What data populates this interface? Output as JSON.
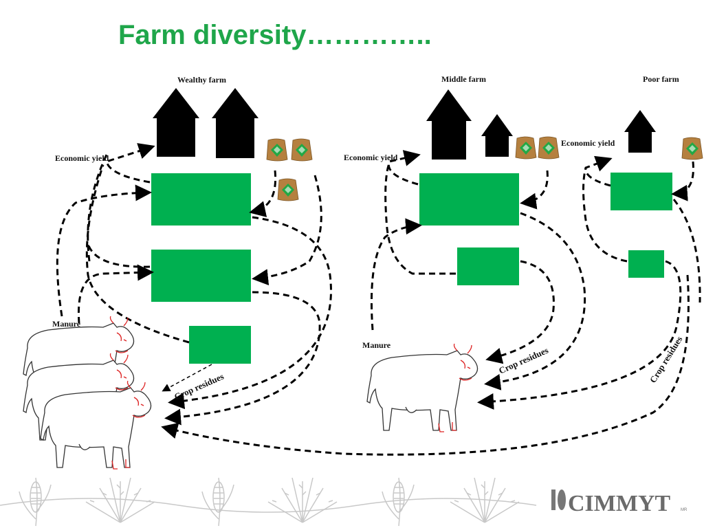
{
  "title": "Farm diversity…………..",
  "farms": {
    "wealthy": {
      "label": "Wealthy farm",
      "yield_label": "Economic yield",
      "manure_label": "Manure",
      "residues_label": "Crop residues"
    },
    "middle": {
      "label": "Middle farm",
      "yield_label": "Economic yield",
      "manure_label": "Manure",
      "residues_label": "Crop residues"
    },
    "poor": {
      "label": "Poor farm",
      "yield_label": "Economic yield",
      "residues_label": "Crop residues"
    }
  },
  "logo": {
    "name": "CIMMYT",
    "mark": "MR"
  },
  "colors": {
    "title": "#1fa64a",
    "box": "#00b050",
    "bag": "#b5803f"
  }
}
